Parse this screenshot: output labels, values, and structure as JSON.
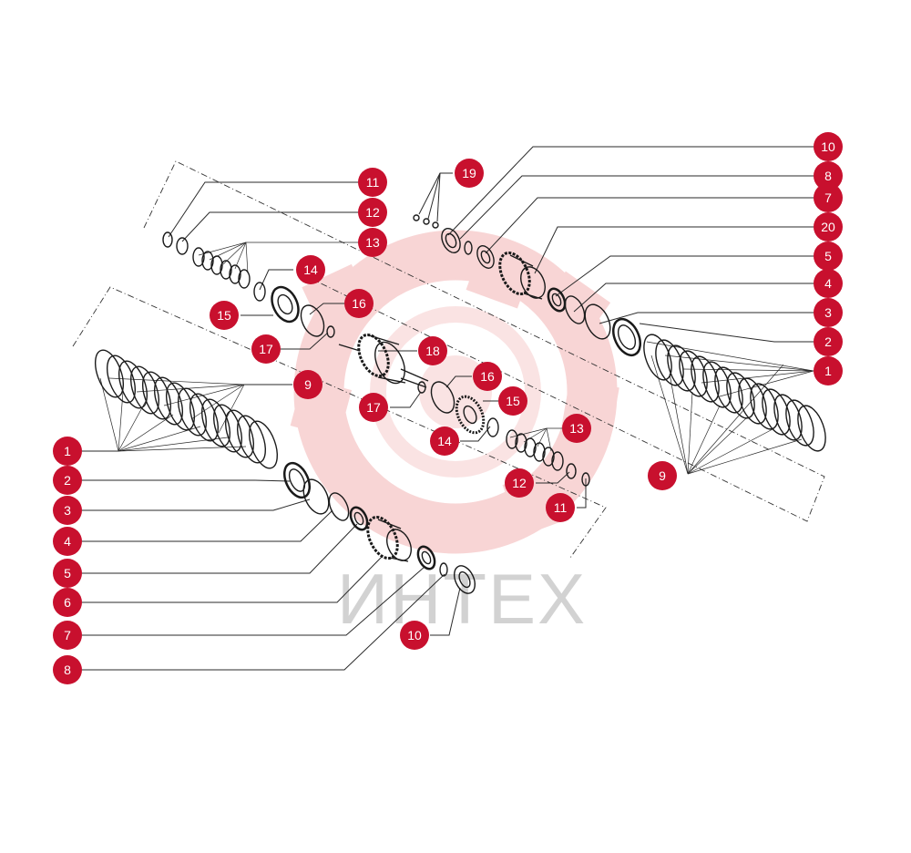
{
  "colors": {
    "callout": "#c8102e",
    "callout_text": "#ffffff",
    "line": "#2a2a2a",
    "watermark_logo": "#f4c7c7",
    "watermark_text": "#d2d2d2"
  },
  "watermark": {
    "logo_icon": "gear-logo-icon",
    "text": "ИНТЕХ"
  },
  "callouts": [
    {
      "id": "c-r10",
      "label": "10"
    },
    {
      "id": "c-r8",
      "label": "8"
    },
    {
      "id": "c-r7",
      "label": "7"
    },
    {
      "id": "c-r20",
      "label": "20"
    },
    {
      "id": "c-r5",
      "label": "5"
    },
    {
      "id": "c-r4",
      "label": "4"
    },
    {
      "id": "c-r3",
      "label": "3"
    },
    {
      "id": "c-r2",
      "label": "2"
    },
    {
      "id": "c-r1",
      "label": "1"
    },
    {
      "id": "c-r9",
      "label": "9"
    },
    {
      "id": "c-19",
      "label": "19"
    },
    {
      "id": "c-11a",
      "label": "11"
    },
    {
      "id": "c-12a",
      "label": "12"
    },
    {
      "id": "c-13a",
      "label": "13"
    },
    {
      "id": "c-14a",
      "label": "14"
    },
    {
      "id": "c-15a",
      "label": "15"
    },
    {
      "id": "c-16a",
      "label": "16"
    },
    {
      "id": "c-17a",
      "label": "17"
    },
    {
      "id": "c-18",
      "label": "18"
    },
    {
      "id": "c-9l",
      "label": "9"
    },
    {
      "id": "c-16b",
      "label": "16"
    },
    {
      "id": "c-15b",
      "label": "15"
    },
    {
      "id": "c-17b",
      "label": "17"
    },
    {
      "id": "c-14b",
      "label": "14"
    },
    {
      "id": "c-13b",
      "label": "13"
    },
    {
      "id": "c-12b",
      "label": "12"
    },
    {
      "id": "c-11b",
      "label": "11"
    },
    {
      "id": "c-l1",
      "label": "1"
    },
    {
      "id": "c-l2",
      "label": "2"
    },
    {
      "id": "c-l3",
      "label": "3"
    },
    {
      "id": "c-l4",
      "label": "4"
    },
    {
      "id": "c-l5",
      "label": "5"
    },
    {
      "id": "c-l6",
      "label": "6"
    },
    {
      "id": "c-l7",
      "label": "7"
    },
    {
      "id": "c-l8",
      "label": "8"
    },
    {
      "id": "c-l10",
      "label": "10"
    }
  ]
}
